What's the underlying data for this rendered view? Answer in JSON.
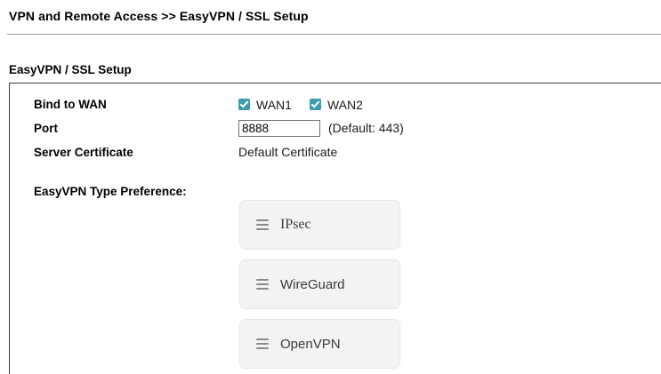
{
  "breadcrumb": {
    "text": "VPN and Remote Access >> EasyVPN / SSL Setup"
  },
  "section": {
    "title": "EasyVPN / SSL Setup"
  },
  "form": {
    "bind_to_wan": {
      "label": "Bind to WAN",
      "options": [
        {
          "label": "WAN1",
          "checked": true
        },
        {
          "label": "WAN2",
          "checked": true
        }
      ]
    },
    "port": {
      "label": "Port",
      "value": "8888",
      "placeholder": "",
      "hint": "(Default: 443)"
    },
    "server_certificate": {
      "label": "Server Certificate",
      "value": "Default Certificate"
    }
  },
  "preference": {
    "label": "EasyVPN Type Preference:",
    "items": [
      {
        "name": "IPsec",
        "handle_icon": "drag-handle-icon"
      },
      {
        "name": "WireGuard",
        "handle_icon": "drag-handle-icon"
      },
      {
        "name": "OpenVPN",
        "handle_icon": "drag-handle-icon"
      }
    ]
  },
  "colors": {
    "checkbox_accent": "#3b9cb0",
    "card_background": "#f3f3f3",
    "card_border": "#e6e6e6",
    "rule": "#9a9a9a",
    "panel_border": "#3a3a3a"
  }
}
